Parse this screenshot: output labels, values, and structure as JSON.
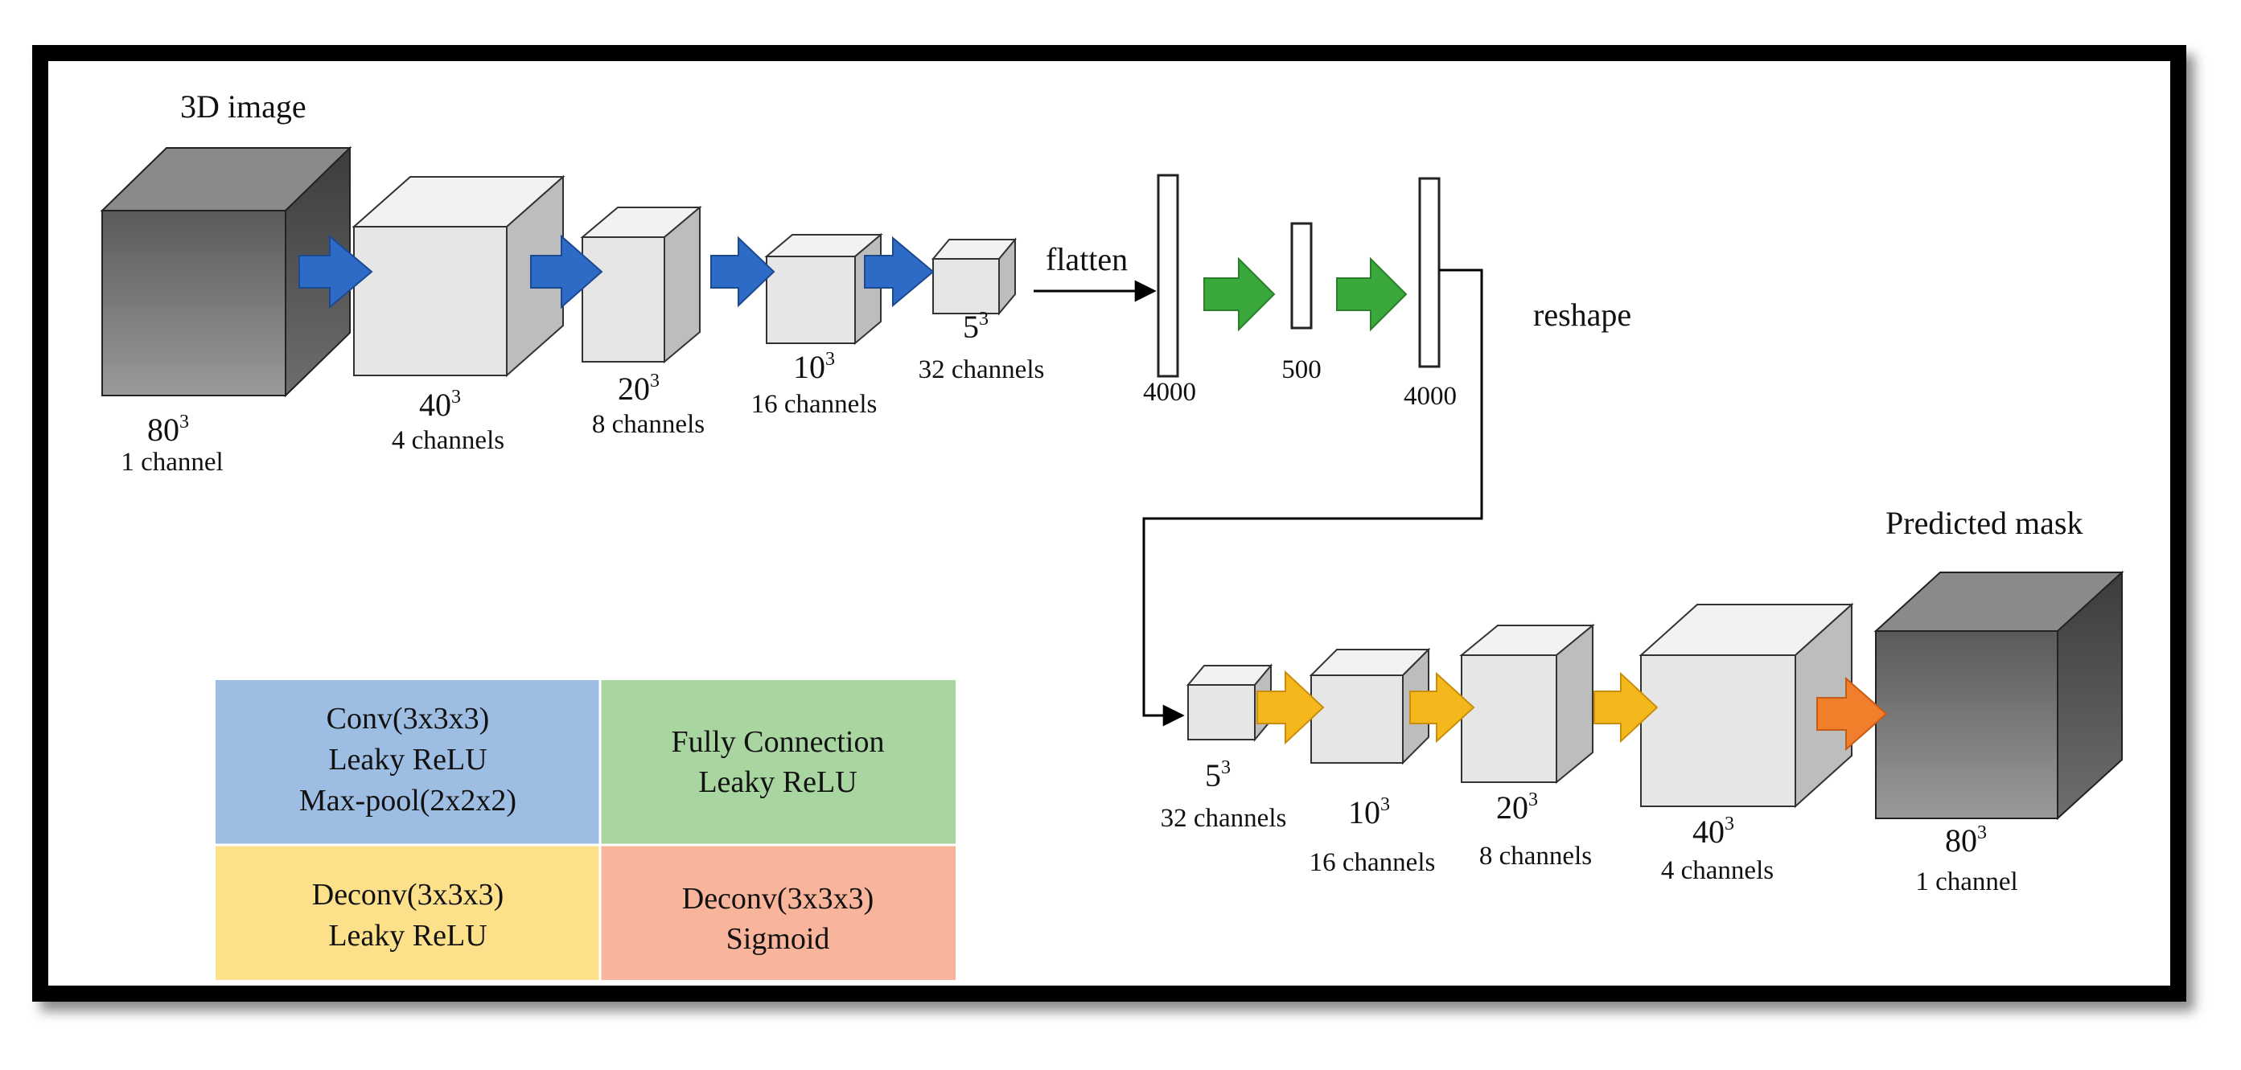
{
  "encoder": {
    "input_title": "3D image",
    "layers": [
      {
        "size": "80",
        "exp": "3",
        "channels": "1 channel"
      },
      {
        "size": "40",
        "exp": "3",
        "channels": "4 channels"
      },
      {
        "size": "20",
        "exp": "3",
        "channels": "8 channels"
      },
      {
        "size": "10",
        "exp": "3",
        "channels": "16 channels"
      },
      {
        "size": "5",
        "exp": "3",
        "channels": "32 channels"
      }
    ]
  },
  "bottleneck": {
    "flatten_label": "flatten",
    "reshape_label": "reshape",
    "dense": [
      "4000",
      "500",
      "4000"
    ]
  },
  "decoder": {
    "output_title": "Predicted mask",
    "layers": [
      {
        "size": "5",
        "exp": "3",
        "channels": "32 channels"
      },
      {
        "size": "10",
        "exp": "3",
        "channels": "16 channels"
      },
      {
        "size": "20",
        "exp": "3",
        "channels": "8 channels"
      },
      {
        "size": "40",
        "exp": "3",
        "channels": "4 channels"
      },
      {
        "size": "80",
        "exp": "3",
        "channels": "1 channel"
      }
    ]
  },
  "legend": {
    "conv": {
      "lines": [
        "Conv(3x3x3)",
        "Leaky ReLU",
        "Max-pool(2x2x2)"
      ],
      "color": "#9ebde3"
    },
    "fc": {
      "lines": [
        "Fully Connection",
        "Leaky ReLU"
      ],
      "color": "#a9d5a0"
    },
    "deconv": {
      "lines": [
        "Deconv(3x3x3)",
        "Leaky ReLU"
      ],
      "color": "#fde18a"
    },
    "sigmoid": {
      "lines": [
        "Deconv(3x3x3)",
        "Sigmoid"
      ],
      "color": "#f8b59b"
    }
  },
  "colors": {
    "conv_arrow": "#2e6bc7",
    "fc_arrow": "#3aa83a",
    "deconv_arrow": "#f5b81c",
    "sigmoid_arrow": "#f07e2a",
    "input_cube": "#6f6f6f",
    "feature_cube": "#e6e6e6"
  }
}
